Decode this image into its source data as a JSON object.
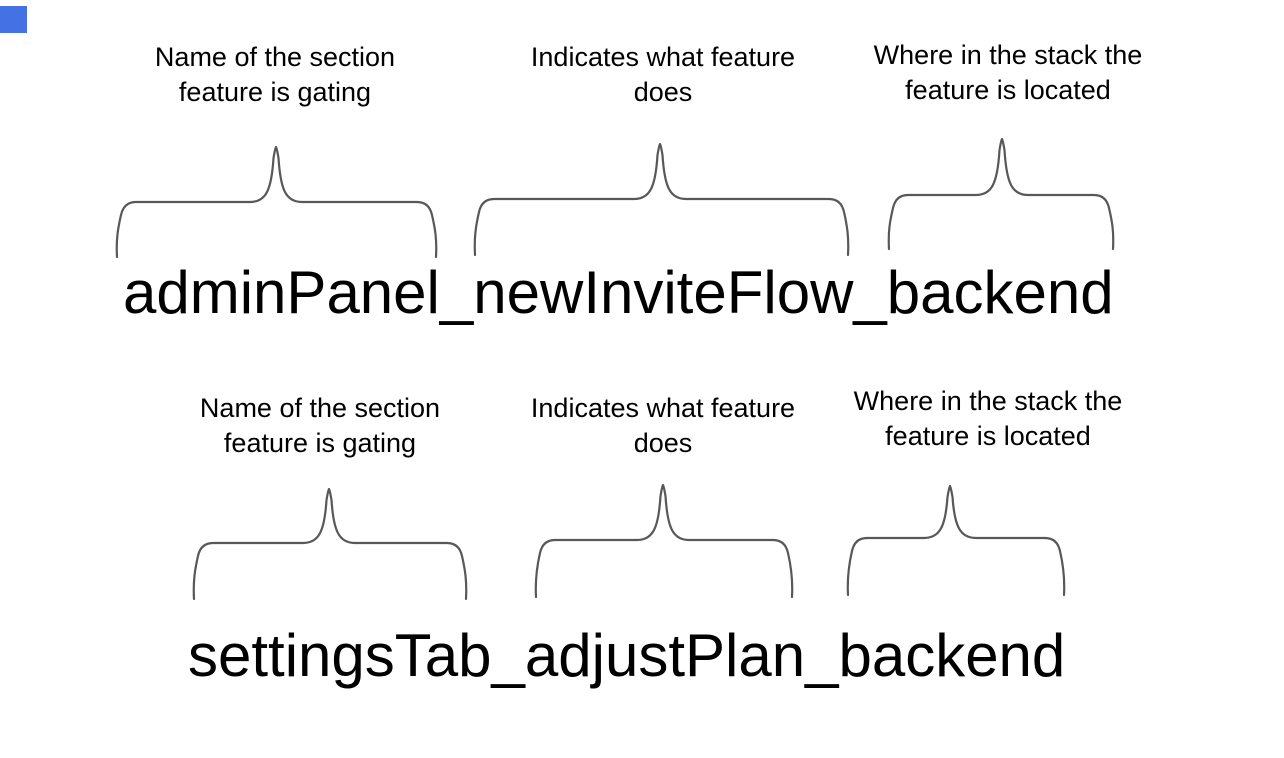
{
  "colors": {
    "background": "#ffffff",
    "text": "#000000",
    "brace": "#58585a",
    "selection_square": "#4472e4"
  },
  "groups": [
    {
      "flag_name": "adminPanel_newInviteFlow_backend",
      "annotations": [
        {
          "label": "Name of the section\nfeature is gating"
        },
        {
          "label": "Indicates what feature\ndoes"
        },
        {
          "label": "Where in the stack the\nfeature is located"
        }
      ]
    },
    {
      "flag_name": "settingsTab_adjustPlan_backend",
      "annotations": [
        {
          "label": "Name of the section\nfeature is gating"
        },
        {
          "label": "Indicates what feature\ndoes"
        },
        {
          "label": "Where in the stack the\nfeature is located"
        }
      ]
    }
  ]
}
